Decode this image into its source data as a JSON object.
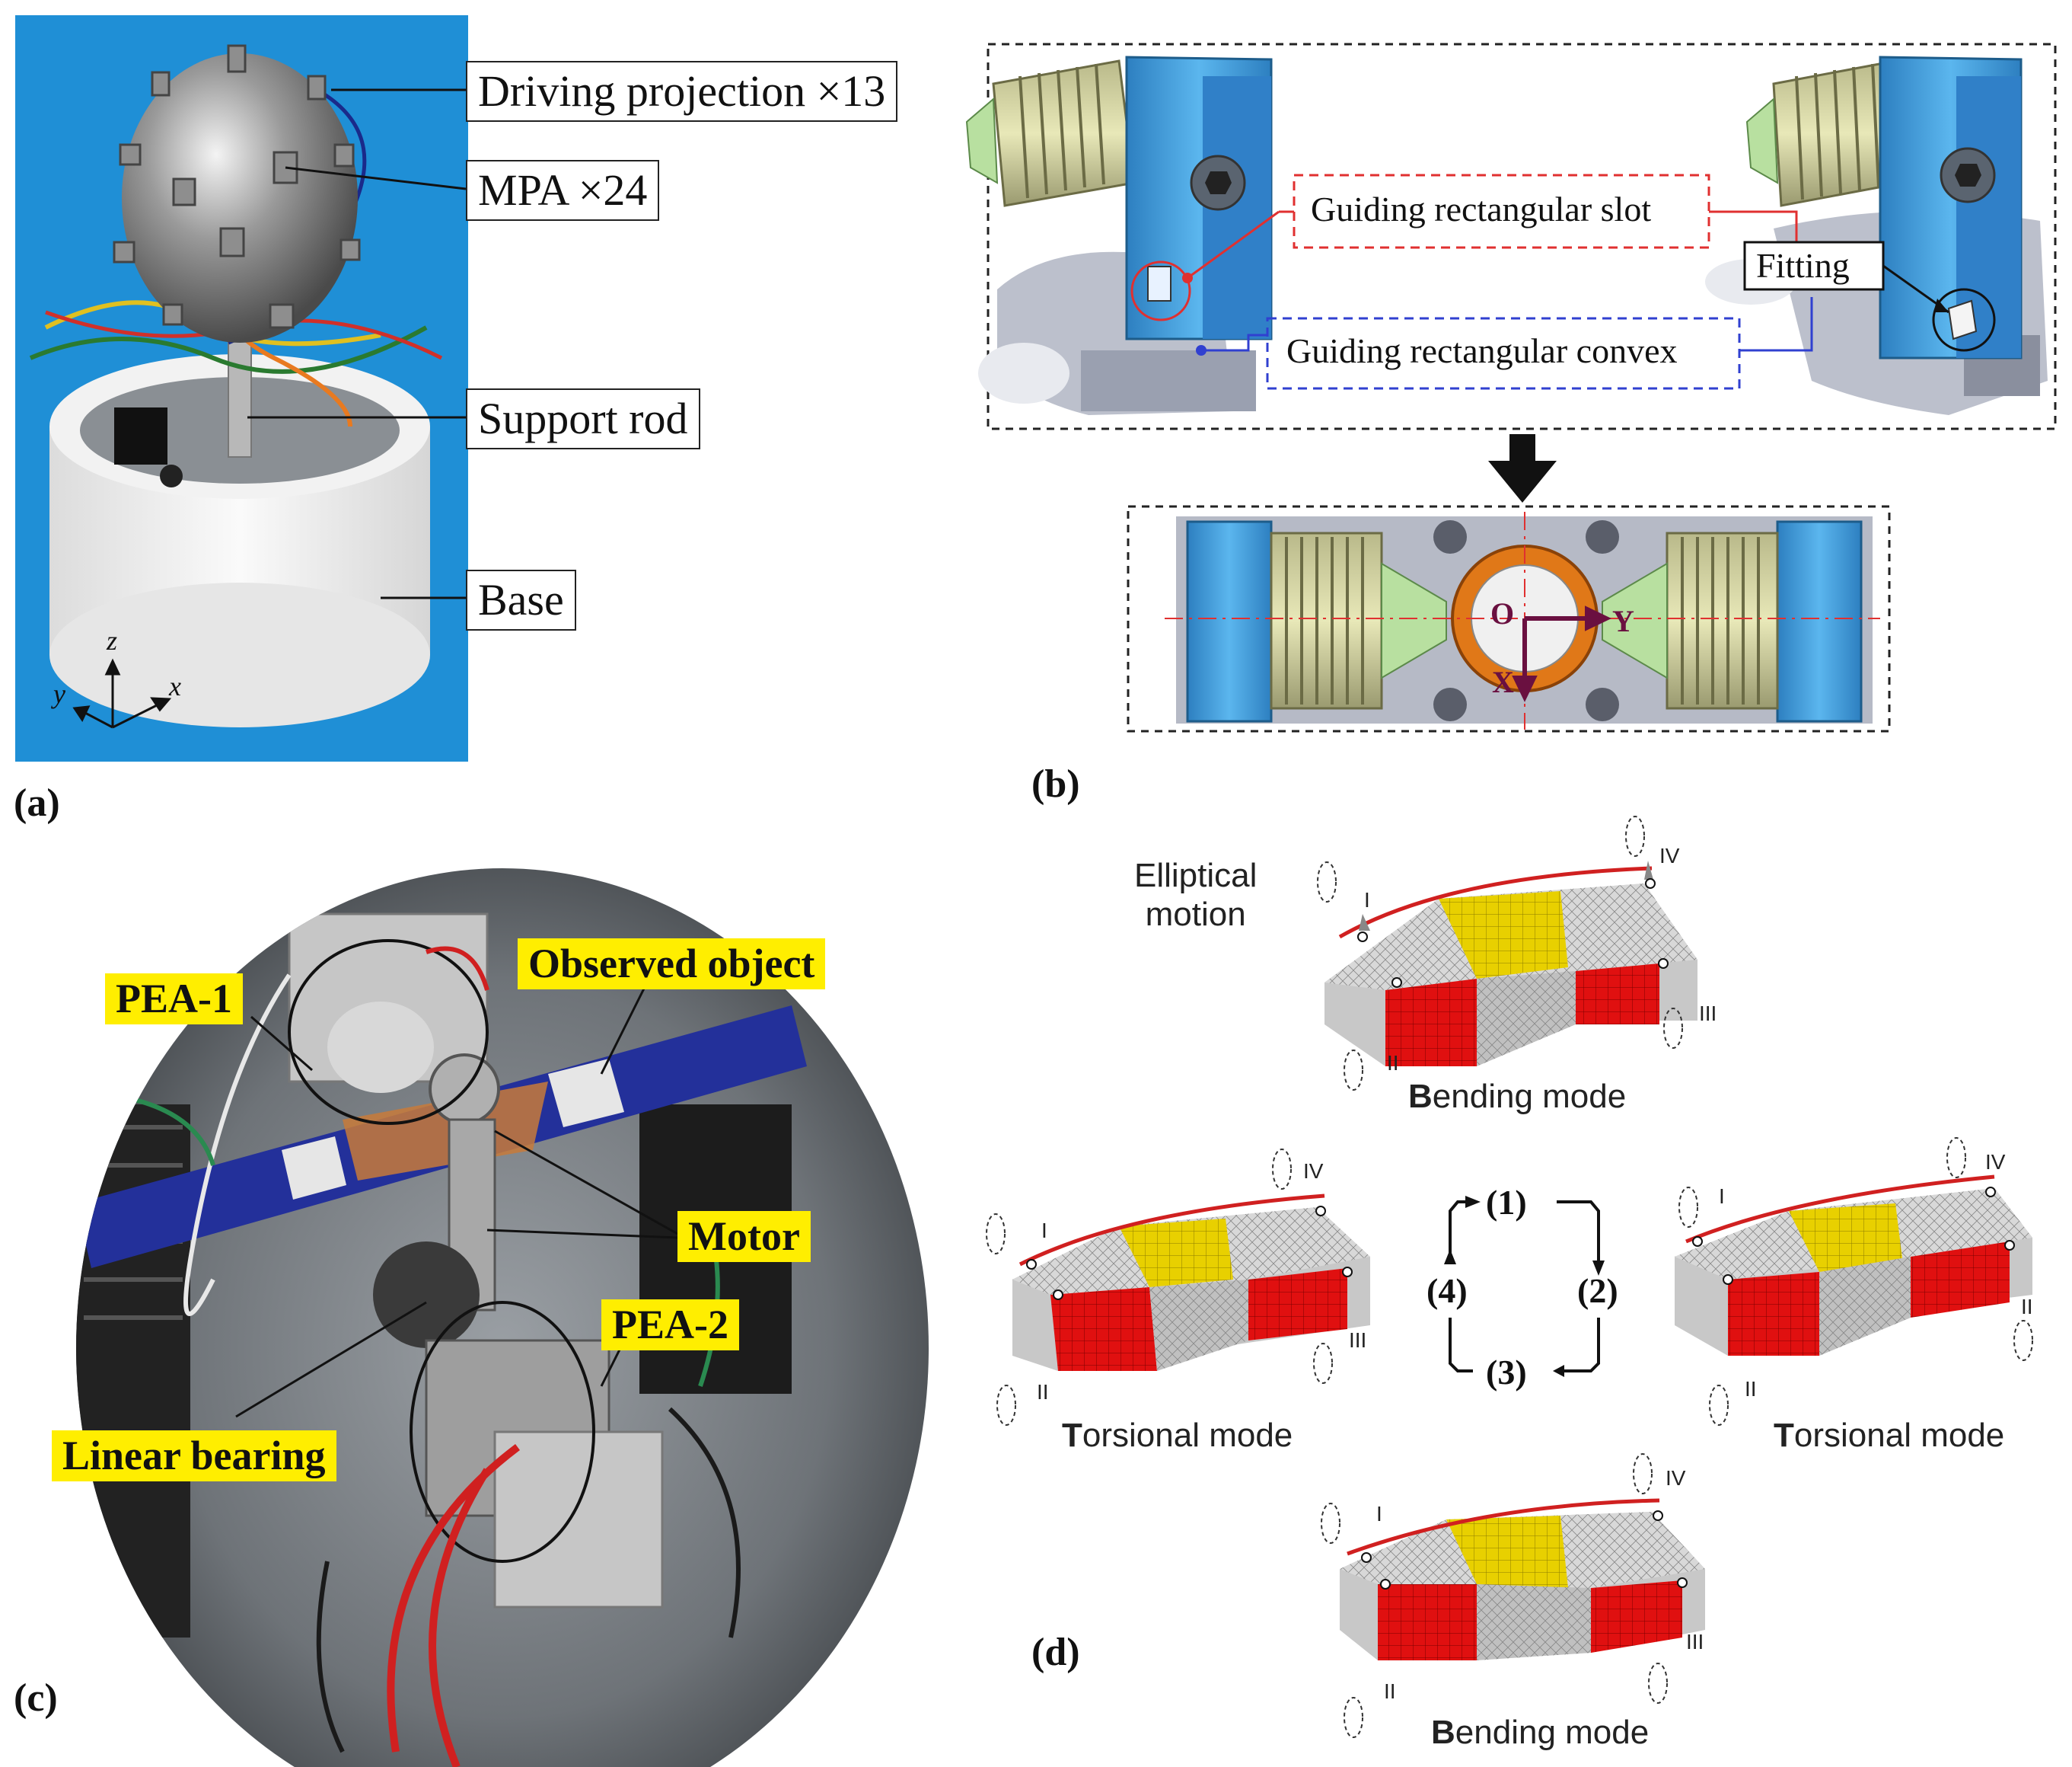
{
  "panels": {
    "a": {
      "letter": "(a)",
      "callouts": {
        "driving": "Driving projection ×13",
        "mpa": "MPA ×24",
        "rod": "Support rod",
        "base": "Base"
      },
      "axes": {
        "z": "z",
        "y": "y",
        "x": "x"
      }
    },
    "b": {
      "letter": "(b)",
      "labels": {
        "slot": "Guiding rectangular slot",
        "convex": "Guiding rectangular convex",
        "fitting": "Fitting"
      },
      "axes": {
        "o": "O",
        "y": "Y",
        "x": "X"
      }
    },
    "c": {
      "letter": "(c)",
      "labels": {
        "pea1": "PEA-1",
        "observed": "Observed object",
        "motor": "Motor",
        "pea2": "PEA-2",
        "bearing": "Linear bearing"
      }
    },
    "d": {
      "letter": "(d)",
      "elliptical": "Elliptical\nmotion",
      "modes": {
        "bending_bold": "B",
        "bending_rest": "ending mode",
        "torsional_bold": "T",
        "torsional_rest": "orsional mode"
      },
      "roman": [
        "I",
        "II",
        "III",
        "IV"
      ],
      "cycle": [
        "(1)",
        "(2)",
        "(3)",
        "(4)"
      ]
    }
  },
  "colors": {
    "label_yellow": "#ffee00",
    "mesh_red": "#e01010",
    "mesh_yellow": "#e8d000",
    "mesh_grey": "#c8c8c8",
    "part_blue": "#3a9ad8",
    "slot_red": "#e03030",
    "convex_blue": "#3040d0",
    "photo_bg_blue": "#1f8fd6"
  }
}
